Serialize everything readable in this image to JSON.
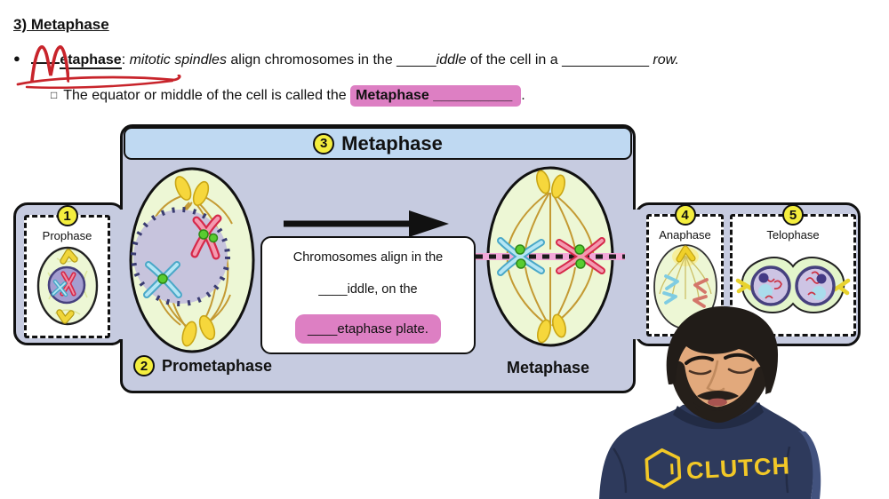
{
  "slide": {
    "title": "3) Metaphase",
    "bullet_symbol": "●",
    "sub_bullet_symbol": "□",
    "definition": {
      "handwritten_letter": "M",
      "term": "etaphase",
      "separator": ": ",
      "emphasis1": "mitotic spindles",
      "text1": " align chromosomes in the ",
      "blank1": "_____",
      "emphasis2": "iddle",
      "text2": " of the cell in a ",
      "blank2": "___________",
      "emphasis3": " row."
    },
    "sub_point": {
      "text": "The equator or middle of the cell is called the ",
      "highlighted": "Metaphase __________",
      "suffix": "."
    }
  },
  "diagram": {
    "header": {
      "number": "3",
      "title": "Metaphase"
    },
    "stages": {
      "prophase": {
        "number": "1",
        "label": "Prophase"
      },
      "prometaphase": {
        "number": "2",
        "label": "Prometaphase"
      },
      "anaphase": {
        "number": "4",
        "label": "Anaphase"
      },
      "telophase": {
        "number": "5",
        "label": "Telophase"
      }
    },
    "metaphase_caption": "Metaphase",
    "callout": {
      "line1": "Chromosomes align in the",
      "line2": "____iddle, on the",
      "line3": "____etaphase plate."
    }
  },
  "person": {
    "shirt_text": "CLUTCH"
  },
  "colors": {
    "panel_lavender": "#c6cbe0",
    "header_blue": "#bfd9f2",
    "stage_circle_yellow": "#f4ee3e",
    "highlight_pink": "#dd7fc3",
    "annotation_red": "#c8242b",
    "cell_fill": "#edf7d5",
    "shirt_navy": "#2e3a5c",
    "logo_yellow": "#f2c827"
  }
}
